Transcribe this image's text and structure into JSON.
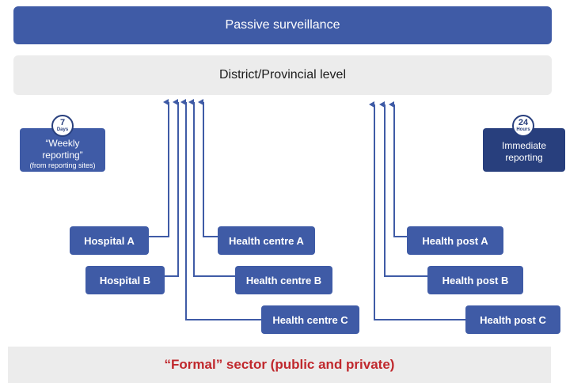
{
  "title": "Passive surveillance",
  "level": "District/Provincial level",
  "footer": "“Formal” sector (public and private)",
  "weekly": {
    "badge_number": "7",
    "badge_unit": "Days",
    "line1": "“Weekly",
    "line2": "reporting”",
    "line3": "(from reporting sites)"
  },
  "immediate": {
    "badge_number": "24",
    "badge_unit": "Hours",
    "line1": "Immediate",
    "line2": "reporting"
  },
  "nodes": {
    "hospital_a": "Hospital A",
    "hospital_b": "Hospital B",
    "health_centre_a": "Health centre A",
    "health_centre_b": "Health centre B",
    "health_centre_c": "Health centre C",
    "health_post_a": "Health post A",
    "health_post_b": "Health post B",
    "health_post_c": "Health post C"
  },
  "colors": {
    "primary": "#3f5ba6",
    "dark": "#283f7d",
    "footer_text": "#c0282d",
    "panel": "#ececec"
  }
}
